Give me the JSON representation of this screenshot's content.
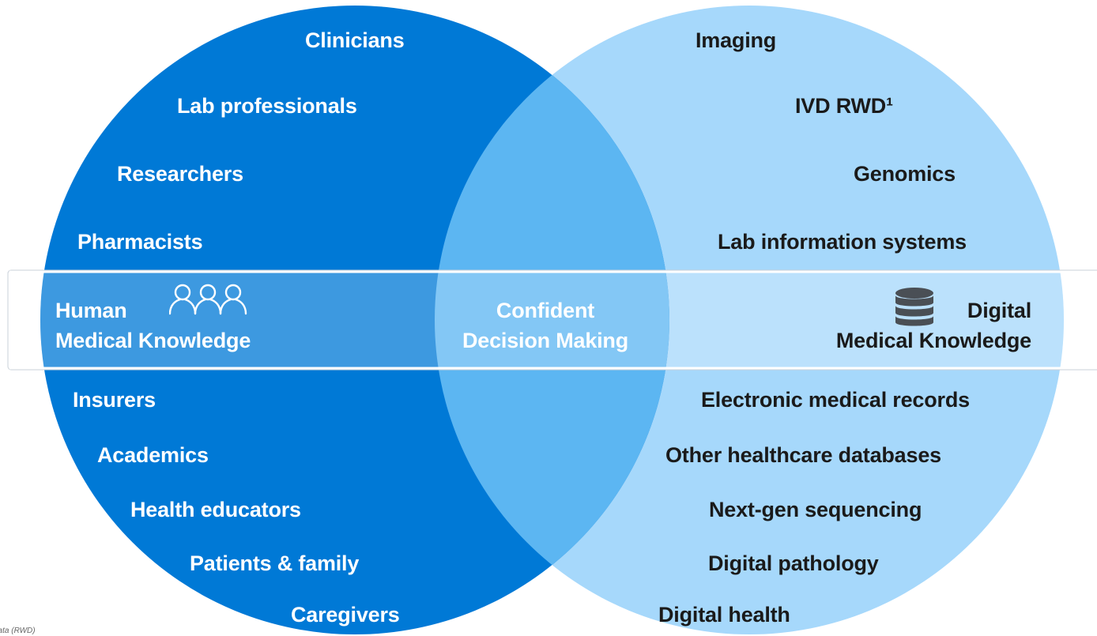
{
  "left_circle": {
    "items_top": [
      "Clinicians",
      "Lab professionals",
      "Researchers",
      "Pharmacists"
    ],
    "band_label_line1": "Human",
    "band_label_line2": "Medical Knowledge",
    "items_bottom": [
      "Insurers",
      "Academics",
      "Health educators",
      "Patients & family",
      "Caregivers"
    ],
    "icon": "people-icon"
  },
  "intersection": {
    "line1": "Confident",
    "line2": "Decision Making"
  },
  "right_circle": {
    "items_top": [
      "Imaging",
      "IVD RWD¹",
      "Genomics",
      "Lab information systems"
    ],
    "band_label_line1": "Digital",
    "band_label_line2": "Medical Knowledge",
    "items_bottom": [
      "Electronic medical records",
      "Other healthcare databases",
      "Next-gen sequencing",
      "Digital pathology",
      "Digital health"
    ],
    "icon": "database-icon"
  },
  "footnote": "data (RWD)",
  "colors": {
    "left_circle": "#0079d6",
    "right_circle": "#a6d8fb",
    "intersection": "#5cb6f2",
    "band_overlay": "#ffffff",
    "text_on_dark": "#ffffff",
    "text_on_light": "#1a1a1a"
  }
}
